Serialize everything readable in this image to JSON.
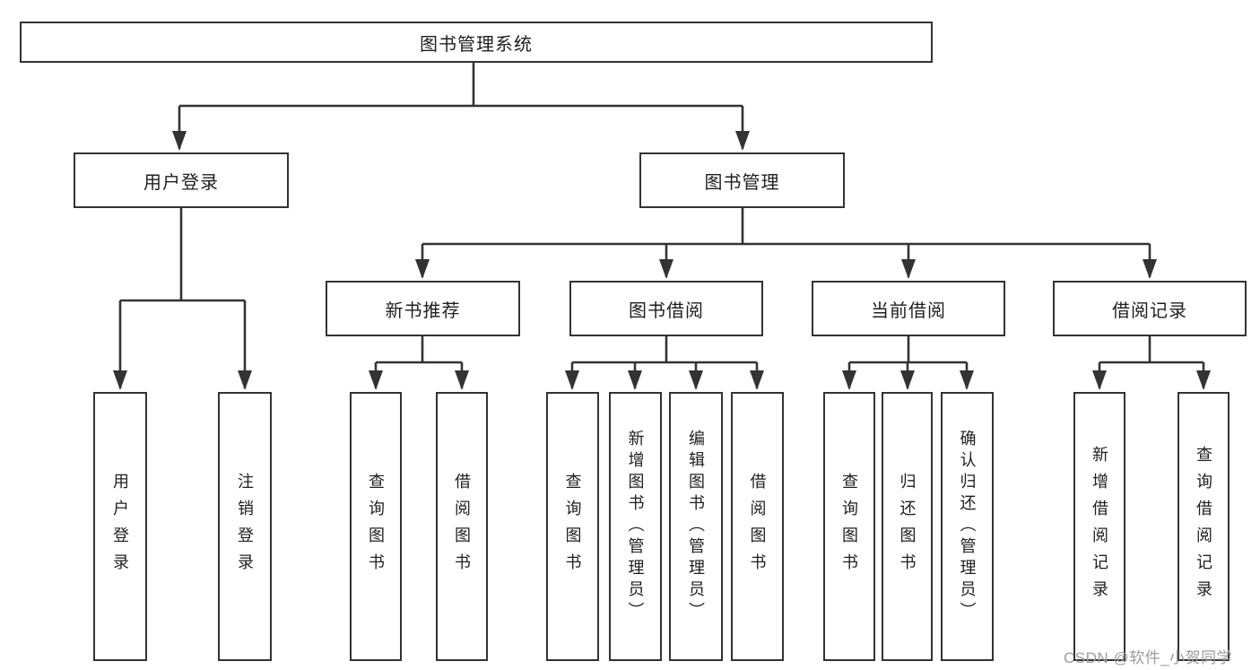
{
  "diagram": {
    "root": {
      "label": "图书管理系统",
      "children": [
        {
          "label": "用户登录",
          "children": [
            {
              "label": "用户登录"
            },
            {
              "label": "注销登录"
            }
          ]
        },
        {
          "label": "图书管理",
          "children": [
            {
              "label": "新书推荐",
              "children": [
                {
                  "label": "查询图书"
                },
                {
                  "label": "借阅图书"
                }
              ]
            },
            {
              "label": "图书借阅",
              "children": [
                {
                  "label": "查询图书"
                },
                {
                  "label": "新增图书（管理员）"
                },
                {
                  "label": "编辑图书（管理员）"
                },
                {
                  "label": "借阅图书"
                }
              ]
            },
            {
              "label": "当前借阅",
              "children": [
                {
                  "label": "查询图书"
                },
                {
                  "label": "归还图书"
                },
                {
                  "label": "确认归还（管理员）"
                }
              ]
            },
            {
              "label": "借阅记录",
              "children": [
                {
                  "label": "新增借阅记录"
                },
                {
                  "label": "查询借阅记录"
                }
              ]
            }
          ]
        }
      ]
    }
  },
  "watermark": {
    "text": "CSDN @软件_小贺同学"
  },
  "colors": {
    "line": "#333333",
    "border": "#333333",
    "text": "#1f1f1f",
    "watermark": "#9c9c9c",
    "background": "#ffffff"
  }
}
